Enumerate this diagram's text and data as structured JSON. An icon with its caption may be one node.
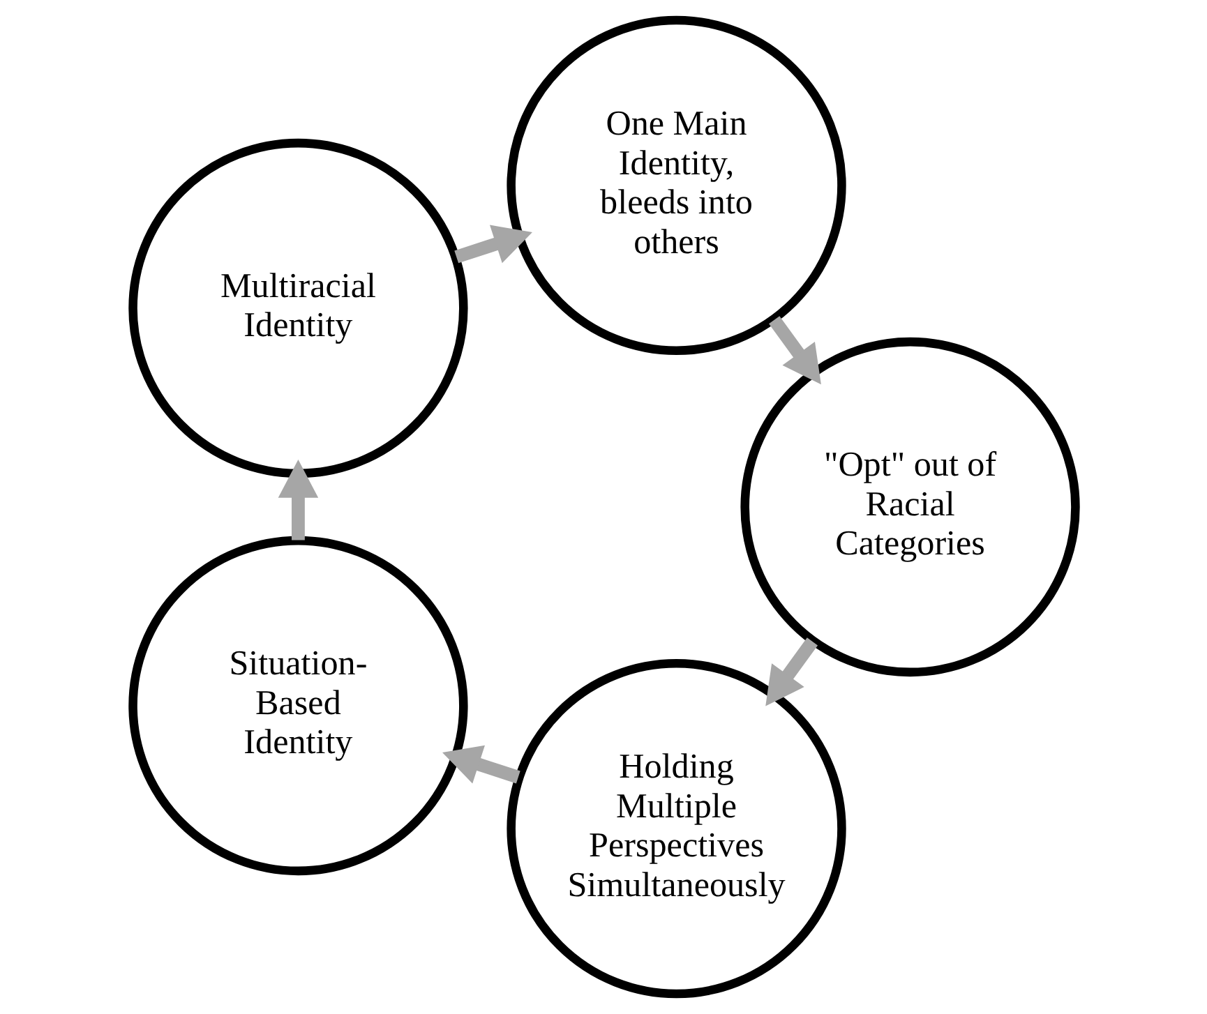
{
  "diagram": {
    "nodes": [
      {
        "text": [
          "Holding Multiple Perspectives Simultaneously"
        ]
      },
      {
        "text": [
          "\"Opt\" out of Racial Categories"
        ]
      },
      {
        "text": [
          "Situation-Based Identity"
        ]
      },
      {
        "text": [
          "One Main Identity, bleeds into others"
        ]
      },
      {
        "text": [
          "Multiracial Identity"
        ]
      }
    ],
    "edges": [
      {
        "from": 0,
        "to": 2,
        "arrow": "to"
      },
      {
        "from": 2,
        "to": 4,
        "arrow": "to"
      },
      {
        "from": 4,
        "to": 3,
        "arrow": "to"
      },
      {
        "from": 3,
        "to": 1,
        "arrow": "to"
      },
      {
        "from": 1,
        "to": 0,
        "arrow": "to"
      }
    ]
  }
}
